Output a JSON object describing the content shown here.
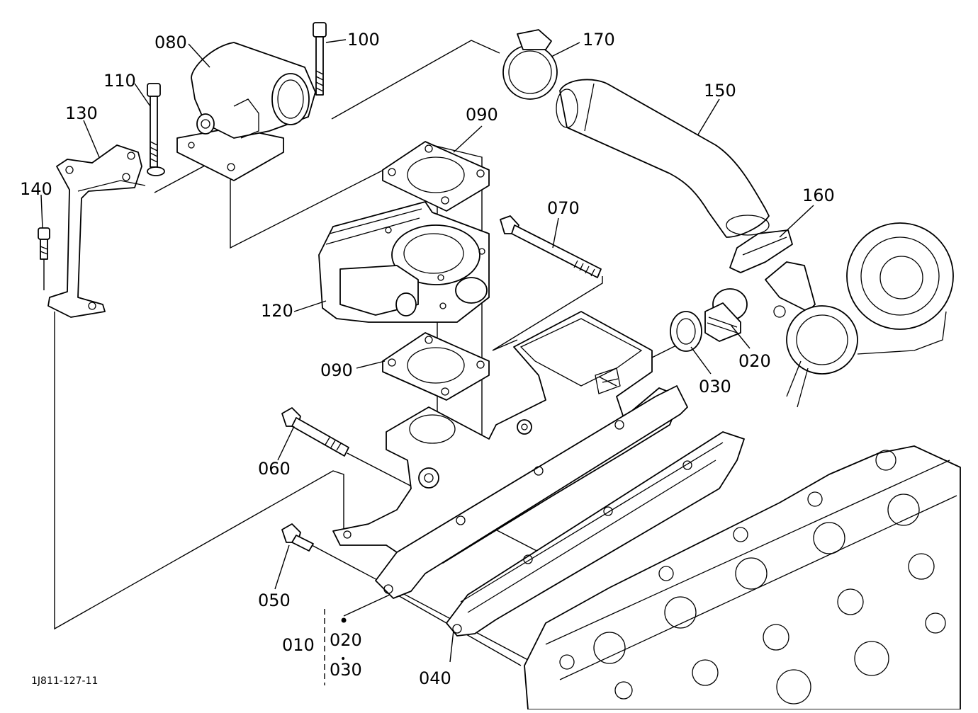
{
  "diagram_id": "1J811-127-11",
  "callouts": {
    "p010": "010",
    "p020a": "020",
    "p020b": "020",
    "p030a": "030",
    "p030b": "030",
    "p040": "040",
    "p050": "050",
    "p060": "060",
    "p070": "070",
    "p080": "080",
    "p090a": "090",
    "p090b": "090",
    "p100": "100",
    "p110": "110",
    "p120": "120",
    "p130": "130",
    "p140": "140",
    "p150": "150",
    "p160": "160",
    "p170": "170"
  },
  "bullet": "•"
}
